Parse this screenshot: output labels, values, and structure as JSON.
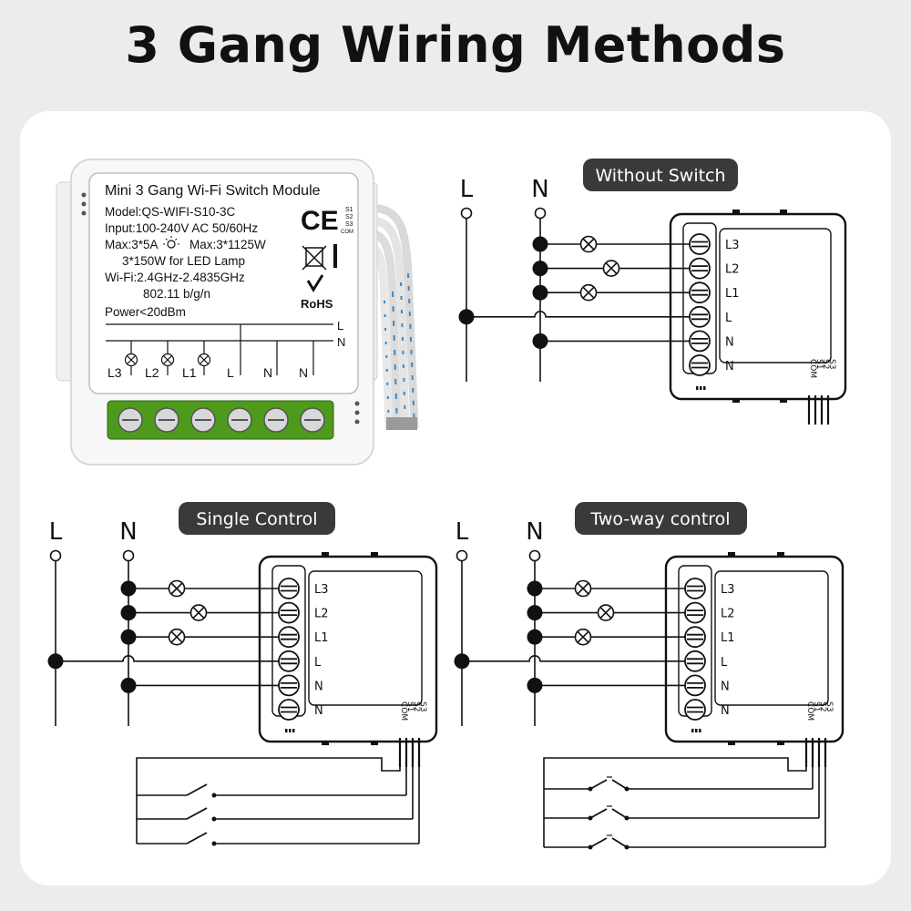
{
  "title": "3 Gang Wiring Methods",
  "colors": {
    "pill": "#3a3a3a",
    "terminal_green": "#4e9a1c",
    "wire_blue": "#3f87c5",
    "line": "#111111",
    "panel": "#ffffff",
    "background": "#ececec"
  },
  "module": {
    "name": "Mini 3 Gang Wi-Fi Switch Module",
    "model": "Model:QS-WIFI-S10-3C",
    "input": "Input:100-240V AC  50/60Hz",
    "max_current": "Max:3*5A",
    "max_power": "Max:3*1125W",
    "led": "3*150W for LED Lamp",
    "wifi": "Wi-Fi:2.4GHz-2.4835GHz",
    "wifi_std": "802.11 b/g/n",
    "power": "Power<20dBm",
    "ce": "CE",
    "rohs": "RoHS",
    "s_labels": [
      "S1",
      "S2",
      "S3",
      "COM"
    ],
    "line_l": "L",
    "line_n": "N",
    "bottom_labels": [
      "L3",
      "L2",
      "L1",
      "L",
      "N",
      "N"
    ]
  },
  "diagrams": {
    "without_switch": {
      "label": "Without Switch"
    },
    "single_control": {
      "label": "Single Control"
    },
    "two_way": {
      "label": "Two-way control"
    }
  },
  "rail_labels": {
    "l": "L",
    "n": "N"
  },
  "terminal_labels": [
    "L3",
    "L2",
    "L1",
    "L",
    "N",
    "N"
  ],
  "switch_labels": [
    "COM",
    "S1",
    "S2",
    "S3"
  ]
}
